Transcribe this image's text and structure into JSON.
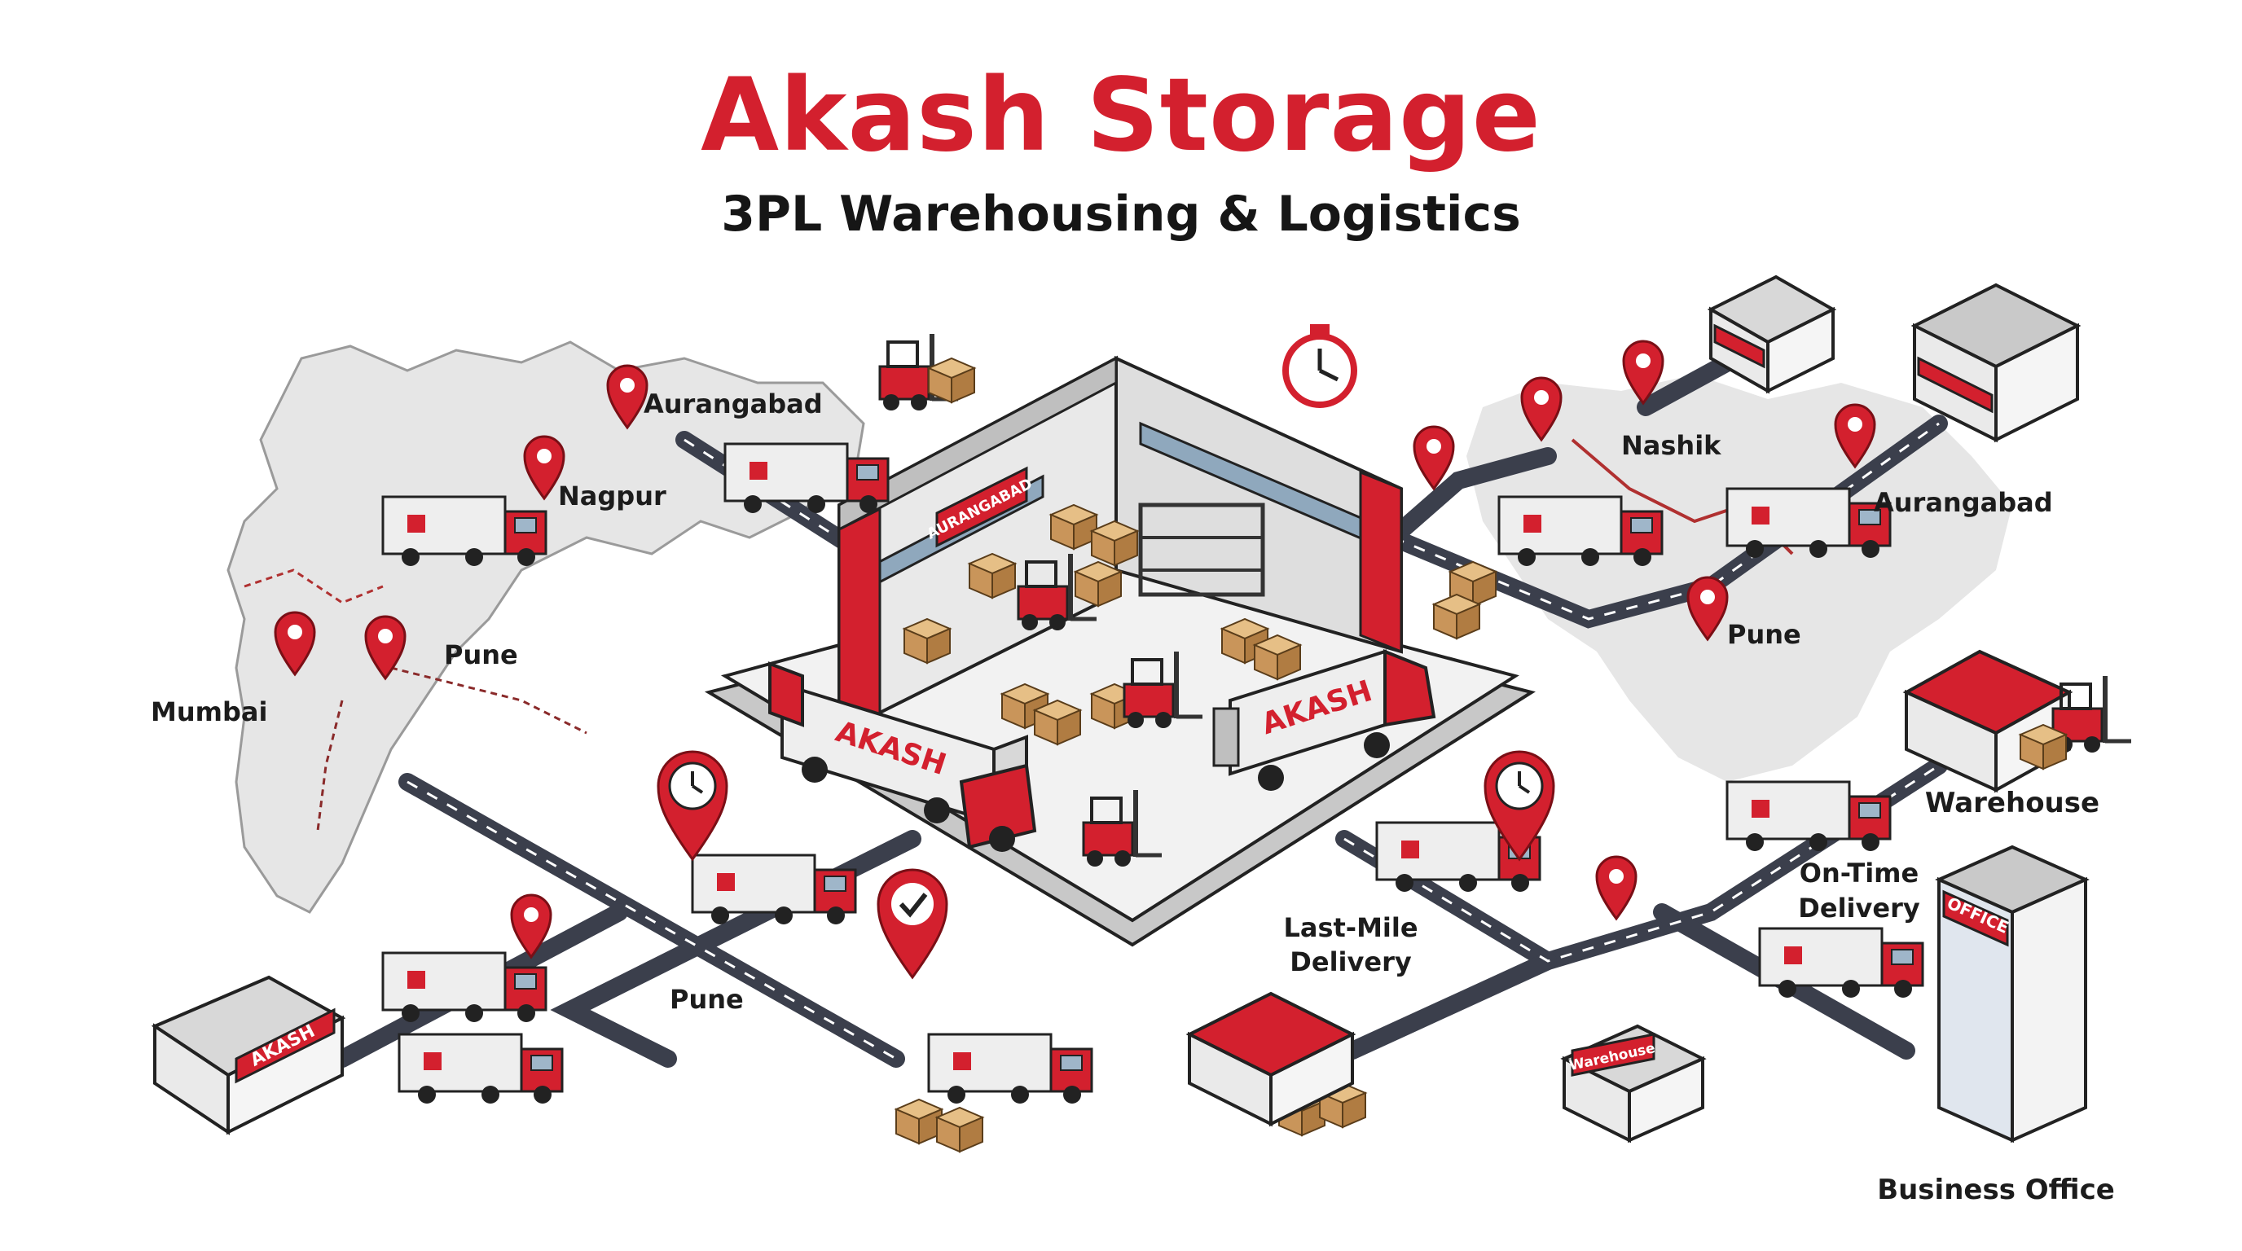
{
  "header": {
    "title": "Akash Storage",
    "subtitle": "3PL Warehousing & Logistics"
  },
  "map_left": {
    "cities": {
      "aurangabad": "Aurangabad",
      "nagpur": "Nagpur",
      "pune": "Pune",
      "mumbai": "Mumbai"
    }
  },
  "map_right": {
    "cities": {
      "nashik": "Nashik",
      "aurangabad": "Aurangabad",
      "pune": "Pune"
    }
  },
  "hub": {
    "wall_sign": "AURANGABAD",
    "truck_brand": "AKASH"
  },
  "labels": {
    "pune_route": "Pune",
    "last_mile": [
      "Last-Mile",
      "Delivery"
    ],
    "on_time": [
      "On-Time",
      "Delivery"
    ],
    "warehouse": "Warehouse",
    "business_office": "Business Office"
  },
  "buildings": {
    "store_sign": "AKASH",
    "office_sign": "OFFICE",
    "small_warehouse_sign": "Warehouse"
  },
  "colors": {
    "brand_red": "#d3202e",
    "road": "#3b3f4c",
    "map_fill": "#e6e6e6",
    "text_dark": "#1c1c1c"
  }
}
